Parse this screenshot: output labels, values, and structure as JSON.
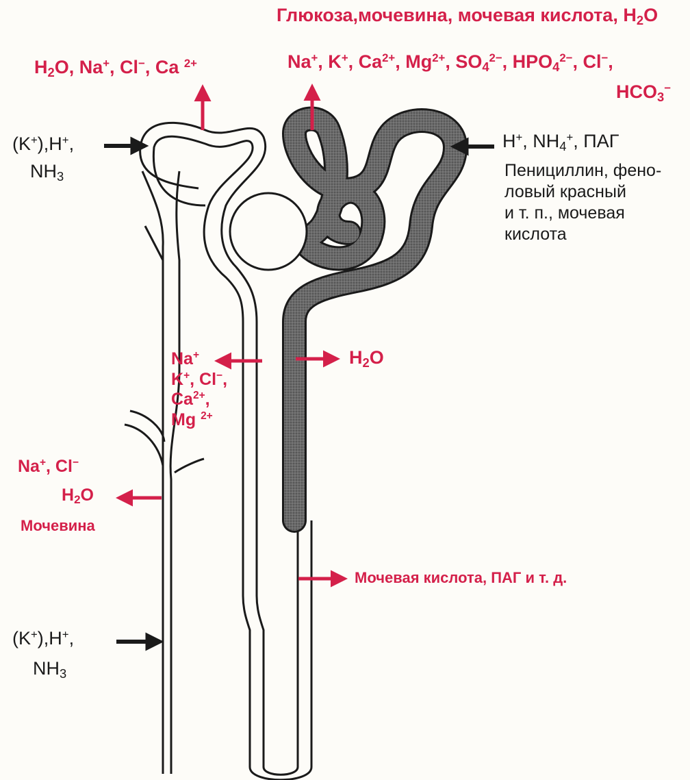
{
  "labels": {
    "top_right_line1": "Глюкоза,мочевина, мочевая кислота,",
    "top_right_line2_pre": "Na",
    "top_right_line2_mid": ", K",
    "top_right_line2_ca": ", Ca",
    "top_right_line2_mg": ", Mg",
    "top_right_line2_so": ", SO",
    "top_right_line2_hpo": ", HPO",
    "top_right_line2_cl": ", Cl",
    "top_right_line3": "HCO",
    "top_left_h2o": "H",
    "top_left_rest_na": "O, Na",
    "top_left_rest_cl": ", Cl",
    "top_left_rest_ca": ", Ca",
    "left_upper_k": "(K",
    "left_upper_h": "),H",
    "left_upper_nh": "NH",
    "right_secretion_h": "H",
    "right_secretion_nh": ", NH",
    "right_secretion_pag": ",  ПАГ",
    "right_drugs_1": "Пенициллин, фено-",
    "right_drugs_2": "ловый красный",
    "right_drugs_3": "и т. п., мочевая",
    "right_drugs_4": "кислота",
    "mid_na": "Na",
    "mid_k": "K",
    "mid_cl": ", Cl",
    "mid_ca": "Ca",
    "mid_mg": "Mg",
    "mid_h2o": "H",
    "left_lower_na": "Na",
    "left_lower_cl": ", Cl",
    "left_lower_h2o": "H",
    "left_lower_urea": "Мочевина",
    "bottom_right": "Мочевая кислота, ПАГ и т. д.",
    "left_bottom_k": "(K",
    "left_bottom_h": "),H",
    "left_bottom_nh": "NH"
  },
  "glyphs": {
    "plus": "+",
    "minus": "−",
    "two": "2",
    "three": "3",
    "four": "4",
    "two_plus": "2+",
    "two_minus": "2−",
    "comma": ",",
    "o": "O",
    "h2o_o": "O"
  },
  "colors": {
    "reabsorption": "#d4204a",
    "secretion": "#1a1a1a",
    "tubule_shaded": "#5a5a5a"
  }
}
